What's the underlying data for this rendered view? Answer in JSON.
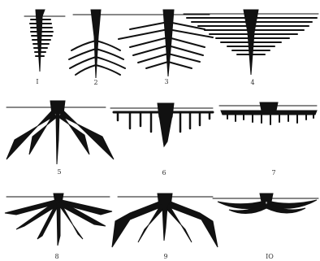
{
  "colors": {
    "ink": "#111111",
    "paper": "#ffffff"
  },
  "figures": [
    {
      "id": 1,
      "label": "I"
    },
    {
      "id": 2,
      "label": "2"
    },
    {
      "id": 3,
      "label": "3"
    },
    {
      "id": 4,
      "label": "4"
    },
    {
      "id": 5,
      "label": "5"
    },
    {
      "id": 6,
      "label": "6"
    },
    {
      "id": 7,
      "label": "7"
    },
    {
      "id": 8,
      "label": "8"
    },
    {
      "id": 9,
      "label": "9"
    },
    {
      "id": 10,
      "label": "IO"
    }
  ]
}
